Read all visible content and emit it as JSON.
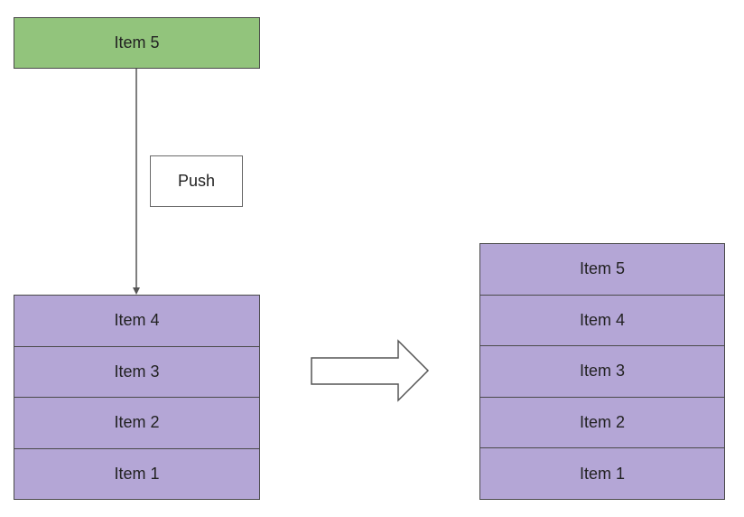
{
  "new_item": {
    "label": "Item 5"
  },
  "operation": {
    "label": "Push"
  },
  "stack_before": {
    "items": [
      "Item 4",
      "Item 3",
      "Item 2",
      "Item 1"
    ]
  },
  "stack_after": {
    "items": [
      "Item 5",
      "Item 4",
      "Item 3",
      "Item 2",
      "Item 1"
    ]
  },
  "colors": {
    "new_item_fill": "#92c47c",
    "stack_fill": "#b4a6d6",
    "border": "#4a4a4a"
  }
}
